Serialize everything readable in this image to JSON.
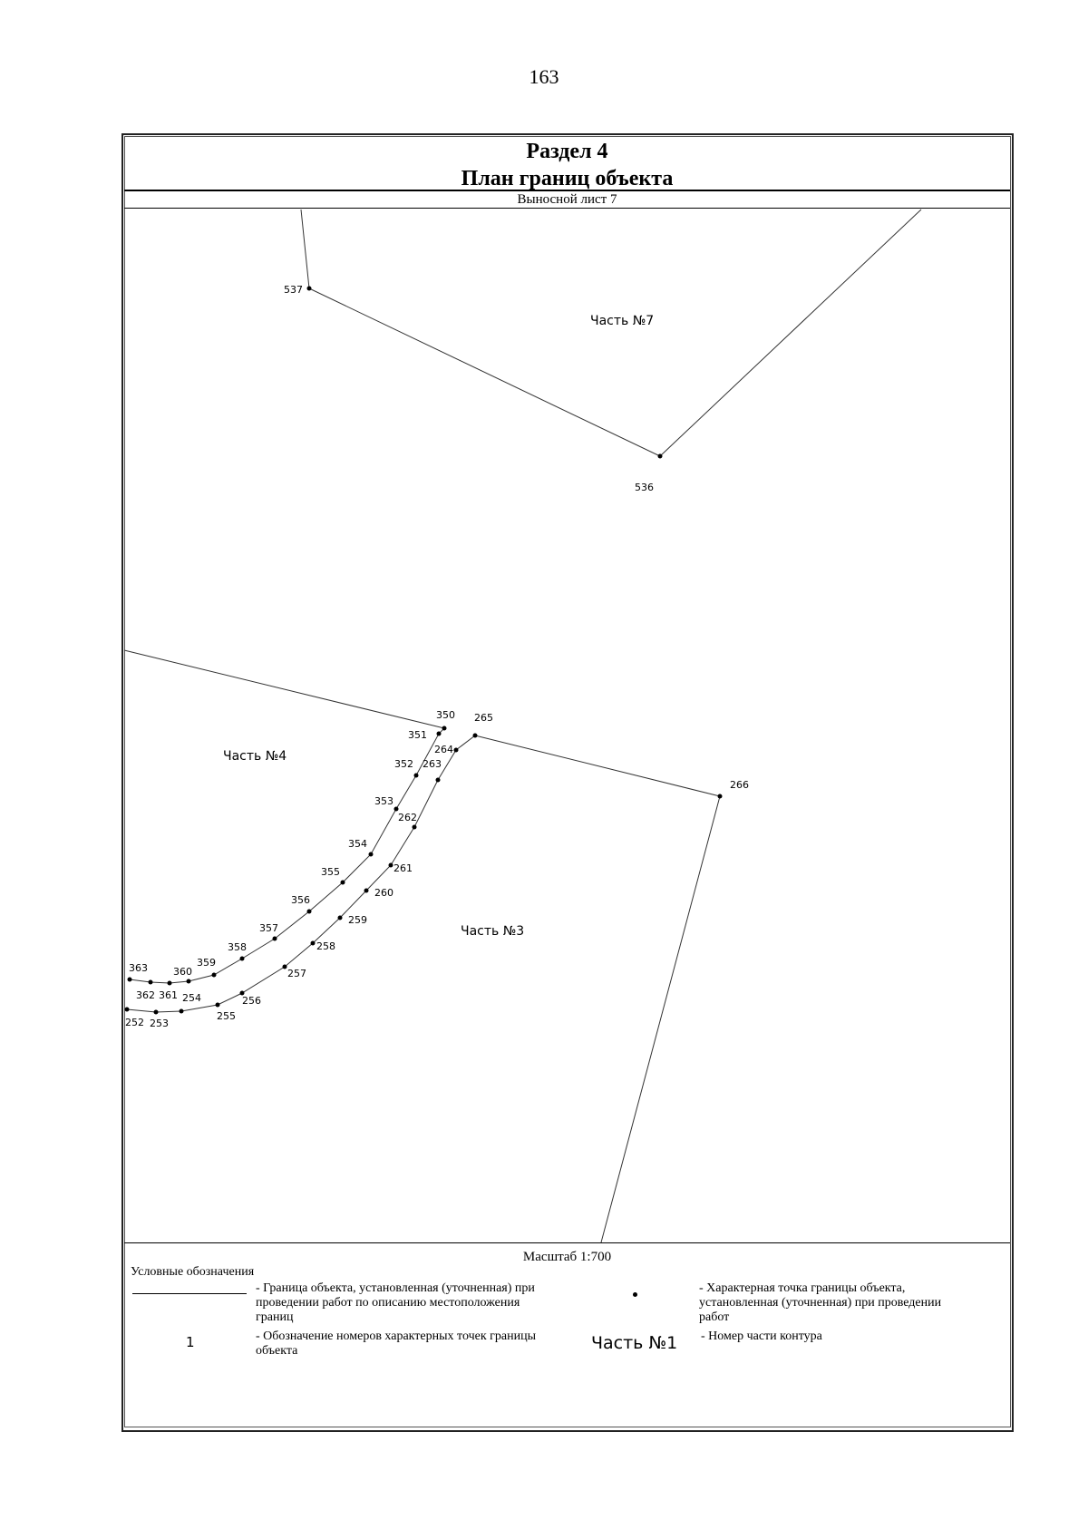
{
  "page_number": "163",
  "header": {
    "section": "Раздел 4",
    "title": "План границ объекта"
  },
  "sheet_label": "Выносной лист 7",
  "map": {
    "parts": [
      {
        "id": "part-7",
        "label": "Часть №7"
      },
      {
        "id": "part-4",
        "label": "Часть №4"
      },
      {
        "id": "part-3",
        "label": "Часть №3"
      }
    ],
    "points": [
      {
        "num": "537"
      },
      {
        "num": "536"
      },
      {
        "num": "350"
      },
      {
        "num": "351"
      },
      {
        "num": "352"
      },
      {
        "num": "353"
      },
      {
        "num": "354"
      },
      {
        "num": "355"
      },
      {
        "num": "356"
      },
      {
        "num": "357"
      },
      {
        "num": "358"
      },
      {
        "num": "359"
      },
      {
        "num": "360"
      },
      {
        "num": "361"
      },
      {
        "num": "362"
      },
      {
        "num": "363"
      },
      {
        "num": "265"
      },
      {
        "num": "264"
      },
      {
        "num": "263"
      },
      {
        "num": "262"
      },
      {
        "num": "261"
      },
      {
        "num": "260"
      },
      {
        "num": "259"
      },
      {
        "num": "258"
      },
      {
        "num": "257"
      },
      {
        "num": "256"
      },
      {
        "num": "255"
      },
      {
        "num": "254"
      },
      {
        "num": "253"
      },
      {
        "num": "252"
      },
      {
        "num": "266"
      }
    ]
  },
  "scale_label": "Масштаб 1:700",
  "legend": {
    "title": "Условные обозначения",
    "boundary_desc": "- Граница  объекта, установленная (уточненная) при проведении работ по описанию местоположения границ",
    "point_desc": "- Характерная точка границы объекта, установленная (уточненная) при проведении работ",
    "number_sample": "1",
    "number_desc": "- Обозначение номеров характерных точек границы объекта",
    "part_sample": "Часть №1",
    "part_desc": "- Номер части контура"
  }
}
